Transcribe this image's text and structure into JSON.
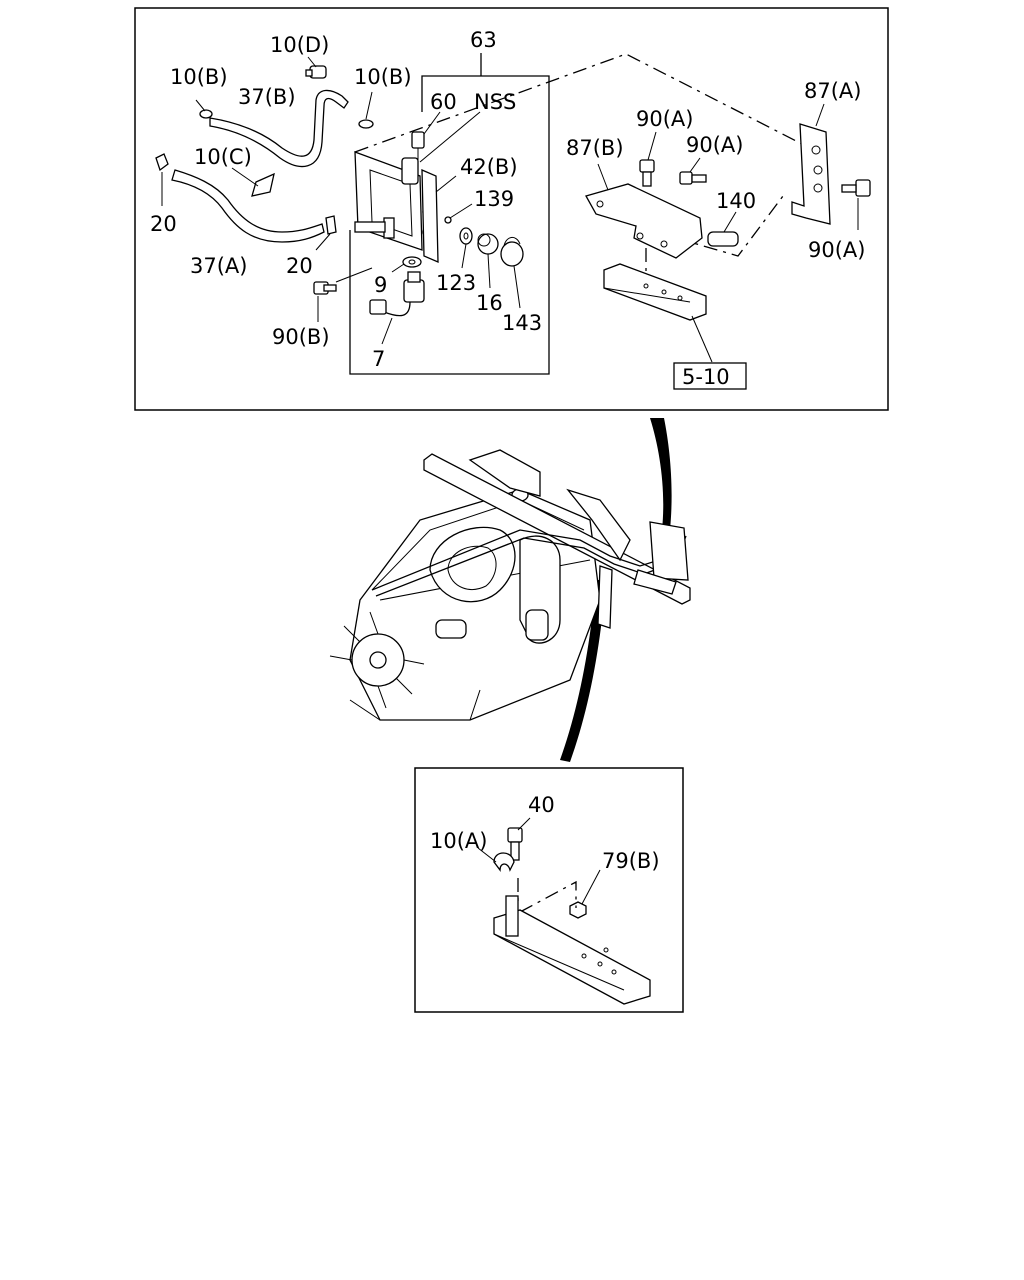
{
  "labels": {
    "p10d": "10(D)",
    "p63": "63",
    "p10b_left": "10(B)",
    "p37b": "37(B)",
    "p10b_right": "10(B)",
    "p60": "60",
    "nss": "NSS",
    "p87a": "87(A)",
    "p90a_top": "90(A)",
    "p87b": "87(B)",
    "p90a_mid": "90(A)",
    "p42b": "42(B)",
    "p10c": "10(C)",
    "p139": "139",
    "p140": "140",
    "p20_left": "20",
    "p90a_right": "90(A)",
    "p37a": "37(A)",
    "p20_mid": "20",
    "p9": "9",
    "p123": "123",
    "p16": "16",
    "p143": "143",
    "p90b": "90(B)",
    "p7": "7",
    "ref510": "5-10",
    "p40": "40",
    "p10a": "10(A)",
    "p79b": "79(B)"
  }
}
